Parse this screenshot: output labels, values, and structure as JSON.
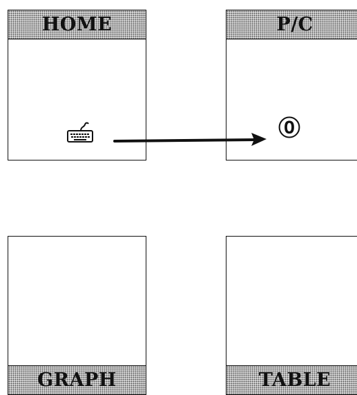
{
  "panels": {
    "home": {
      "title": "HOME"
    },
    "pc": {
      "title": "P/C",
      "value": "⓪"
    },
    "graph": {
      "title": "GRAPH"
    },
    "table": {
      "title": "TABLE"
    }
  },
  "icons": {
    "home_panel_icon": "keyboard-icon",
    "arrow": "right-arrow"
  },
  "colors": {
    "title_bar": "#bdbdbd",
    "ink": "#111111",
    "background": "#ffffff"
  }
}
